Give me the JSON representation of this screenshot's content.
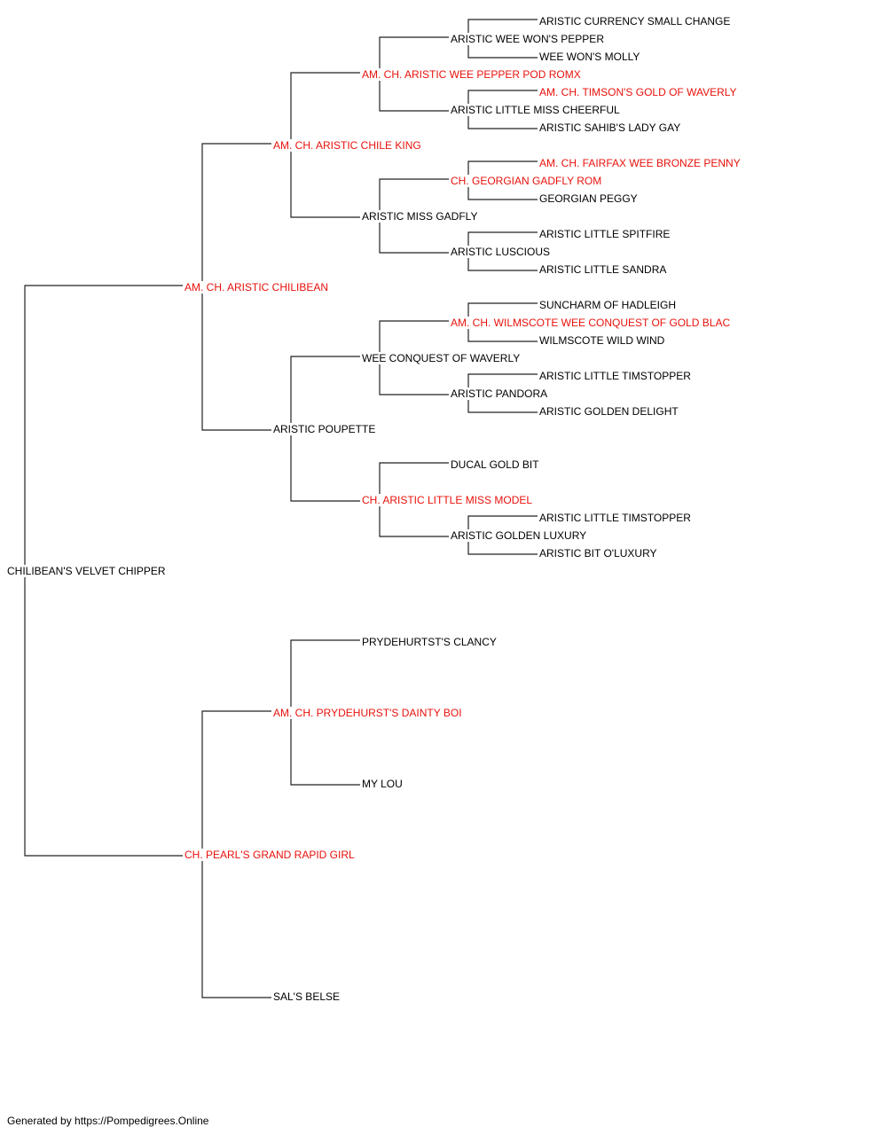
{
  "colors": {
    "champion": "#e8120c",
    "normal": "#000000",
    "line": "#222222"
  },
  "pedigree": {
    "subject": {
      "name": "CHILIBEAN'S VELVET CHIPPER"
    },
    "sire": {
      "name": "AM. CH. ARISTIC CHILIBEAN",
      "champion": true
    },
    "dam": {
      "name": "CH. PEARL'S GRAND RAPID GIRL",
      "champion": true
    },
    "ss": {
      "name": "AM. CH. ARISTIC CHILE KING",
      "champion": true
    },
    "sd": {
      "name": "ARISTIC POUPETTE"
    },
    "ds": {
      "name": "AM. CH. PRYDEHURST'S DAINTY BOI",
      "champion": true
    },
    "dd": {
      "name": "SAL'S BELSE"
    },
    "sss": {
      "name": "AM. CH. ARISTIC WEE PEPPER POD ROMX",
      "champion": true
    },
    "ssd": {
      "name": "ARISTIC MISS GADFLY"
    },
    "sds": {
      "name": "WEE CONQUEST OF WAVERLY"
    },
    "sdd": {
      "name": "CH. ARISTIC LITTLE MISS MODEL",
      "champion": true
    },
    "dss": {
      "name": "PRYDEHURTST'S CLANCY"
    },
    "dsd": {
      "name": "MY LOU"
    },
    "ssss": {
      "name": "ARISTIC WEE WON'S PEPPER"
    },
    "sssd": {
      "name": "ARISTIC LITTLE MISS CHEERFUL"
    },
    "ssds": {
      "name": "CH. GEORGIAN GADFLY ROM",
      "champion": true
    },
    "ssdd": {
      "name": "ARISTIC LUSCIOUS"
    },
    "sdss": {
      "name": "AM. CH. WILMSCOTE WEE CONQUEST OF GOLD BLAC",
      "champion": true
    },
    "sdsd": {
      "name": "ARISTIC PANDORA"
    },
    "sdds": {
      "name": "DUCAL GOLD BIT"
    },
    "sddd": {
      "name": "ARISTIC GOLDEN LUXURY"
    },
    "sssss": {
      "name": "ARISTIC CURRENCY SMALL CHANGE"
    },
    "ssssd": {
      "name": "WEE WON'S MOLLY"
    },
    "sssds": {
      "name": "AM. CH. TIMSON'S GOLD OF WAVERLY",
      "champion": true
    },
    "sssdd": {
      "name": "ARISTIC SAHIB'S LADY GAY"
    },
    "ssdss": {
      "name": "AM. CH. FAIRFAX WEE BRONZE PENNY",
      "champion": true
    },
    "ssdsd": {
      "name": "GEORGIAN PEGGY"
    },
    "ssdds": {
      "name": "ARISTIC LITTLE SPITFIRE"
    },
    "ssddd": {
      "name": "ARISTIC LITTLE SANDRA"
    },
    "sdsss": {
      "name": "SUNCHARM OF HADLEIGH"
    },
    "sdssd": {
      "name": "WILMSCOTE WILD WIND"
    },
    "sdsds": {
      "name": "ARISTIC LITTLE TIMSTOPPER"
    },
    "sdsdd": {
      "name": "ARISTIC GOLDEN DELIGHT"
    },
    "sddds": {
      "name": "ARISTIC LITTLE TIMSTOPPER"
    },
    "sdddd": {
      "name": "ARISTIC BIT O'LUXURY"
    }
  },
  "footer": {
    "text": "Generated by https://Pompedigrees.Online"
  }
}
